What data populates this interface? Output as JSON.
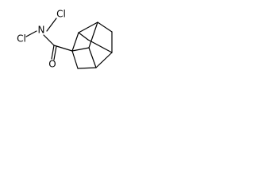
{
  "structure": {
    "atoms": {
      "cl_left": "Cl",
      "nitrogen": "N",
      "cl_right": "Cl",
      "oxygen": "O"
    }
  }
}
